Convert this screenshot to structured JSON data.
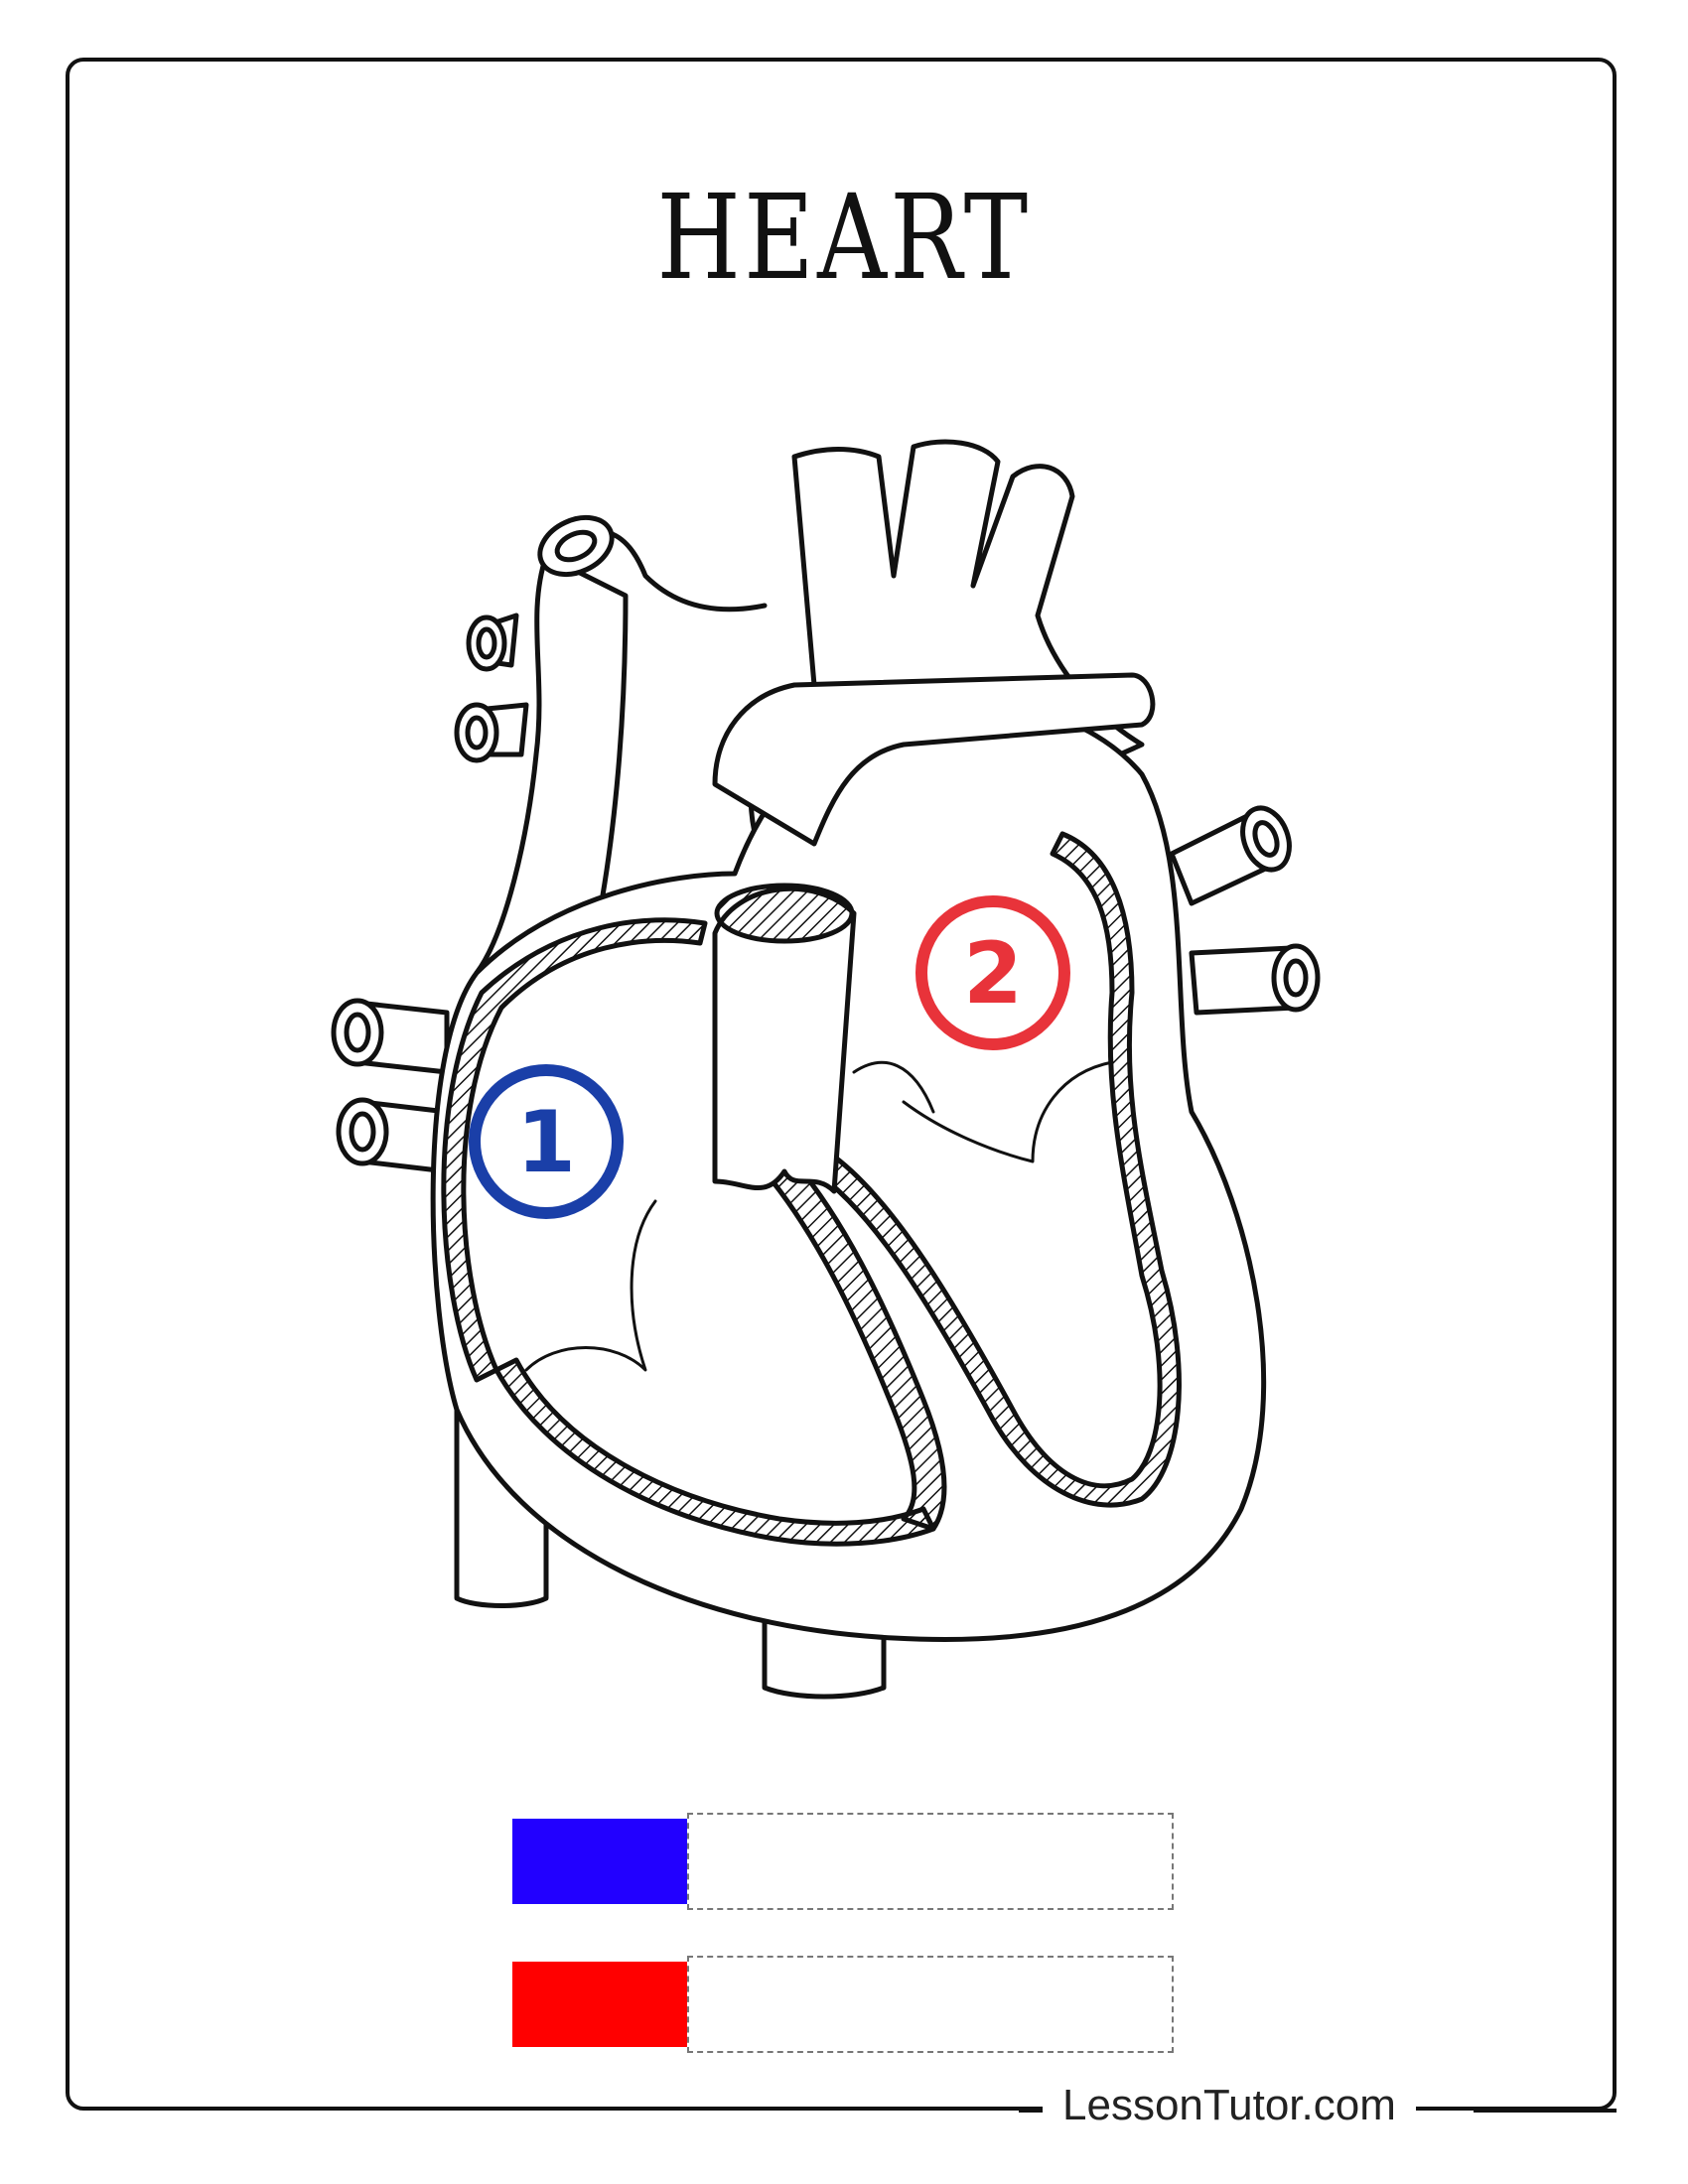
{
  "title": "HEART",
  "labels": [
    {
      "number": "1",
      "color": "#1a3fa8"
    },
    {
      "number": "2",
      "color": "#e8333a"
    }
  ],
  "legend": [
    {
      "color": "#2200ff",
      "answer": ""
    },
    {
      "color": "#ff0000",
      "answer": ""
    }
  ],
  "footer": "LessonTutor.com"
}
